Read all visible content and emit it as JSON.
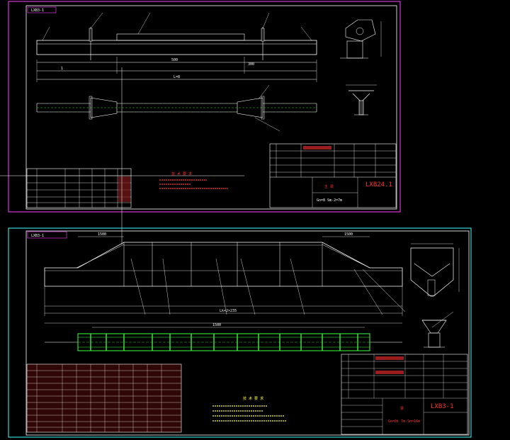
{
  "sheet1": {
    "id_tag": "LXB3-1",
    "drawing_no": "LXB24.1",
    "title": "主 梁",
    "scale": "Gn=8  Sm-2=7m",
    "notes_heading": "技 术 要 求",
    "dims": {
      "span": "L=8",
      "half": "1",
      "a": "500",
      "b": "300"
    }
  },
  "sheet2": {
    "id_tag": "LXB3-1",
    "drawing_no": "LXB3-1",
    "title": "梁",
    "scale": "Gn=8t  7m-Sn=16m",
    "notes_heading": "技 术 要 求",
    "dims": {
      "total": "Lk+2×235",
      "seg": "1500",
      "left": "1500",
      "right": "1500"
    }
  },
  "colors": {
    "frame": "#ffffff",
    "border": "#ff40ff",
    "accent": "#ff3030",
    "green": "#40ff40",
    "cyan": "#40ffff",
    "yellow": "#ffff40"
  }
}
